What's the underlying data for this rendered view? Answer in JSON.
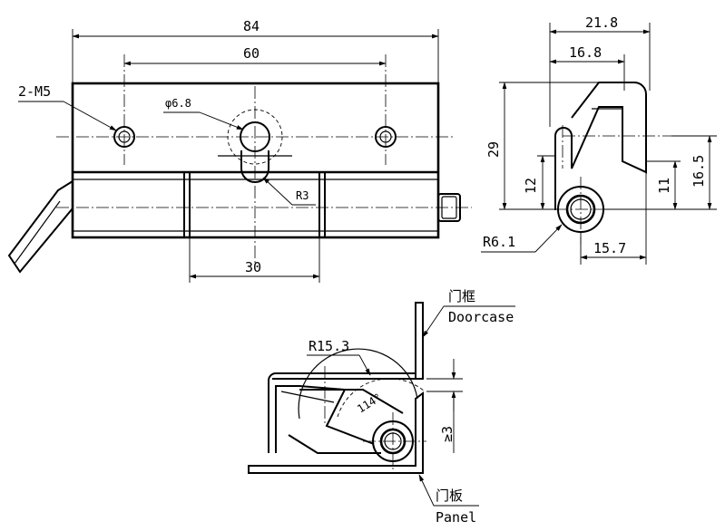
{
  "front_view": {
    "overall_length": "84",
    "hole_spacing": "60",
    "tapped_holes": "2-M5",
    "center_hole": "φ6.8",
    "slot_radius": "R3",
    "knuckle_length": "30"
  },
  "side_view": {
    "overall_width": "21.8",
    "inner_width": "16.8",
    "height": "29",
    "pin_height": "12",
    "catch_height": "11",
    "top_height": "16.5",
    "knuckle_radius": "R6.1",
    "pin_offset": "15.7"
  },
  "install_view": {
    "swing_radius": "R15.3",
    "open_angle": "114°",
    "clearance": "≥3",
    "doorcase_cn": "门框",
    "doorcase_en": "Doorcase",
    "panel_cn": "门板",
    "panel_en": "Panel"
  }
}
